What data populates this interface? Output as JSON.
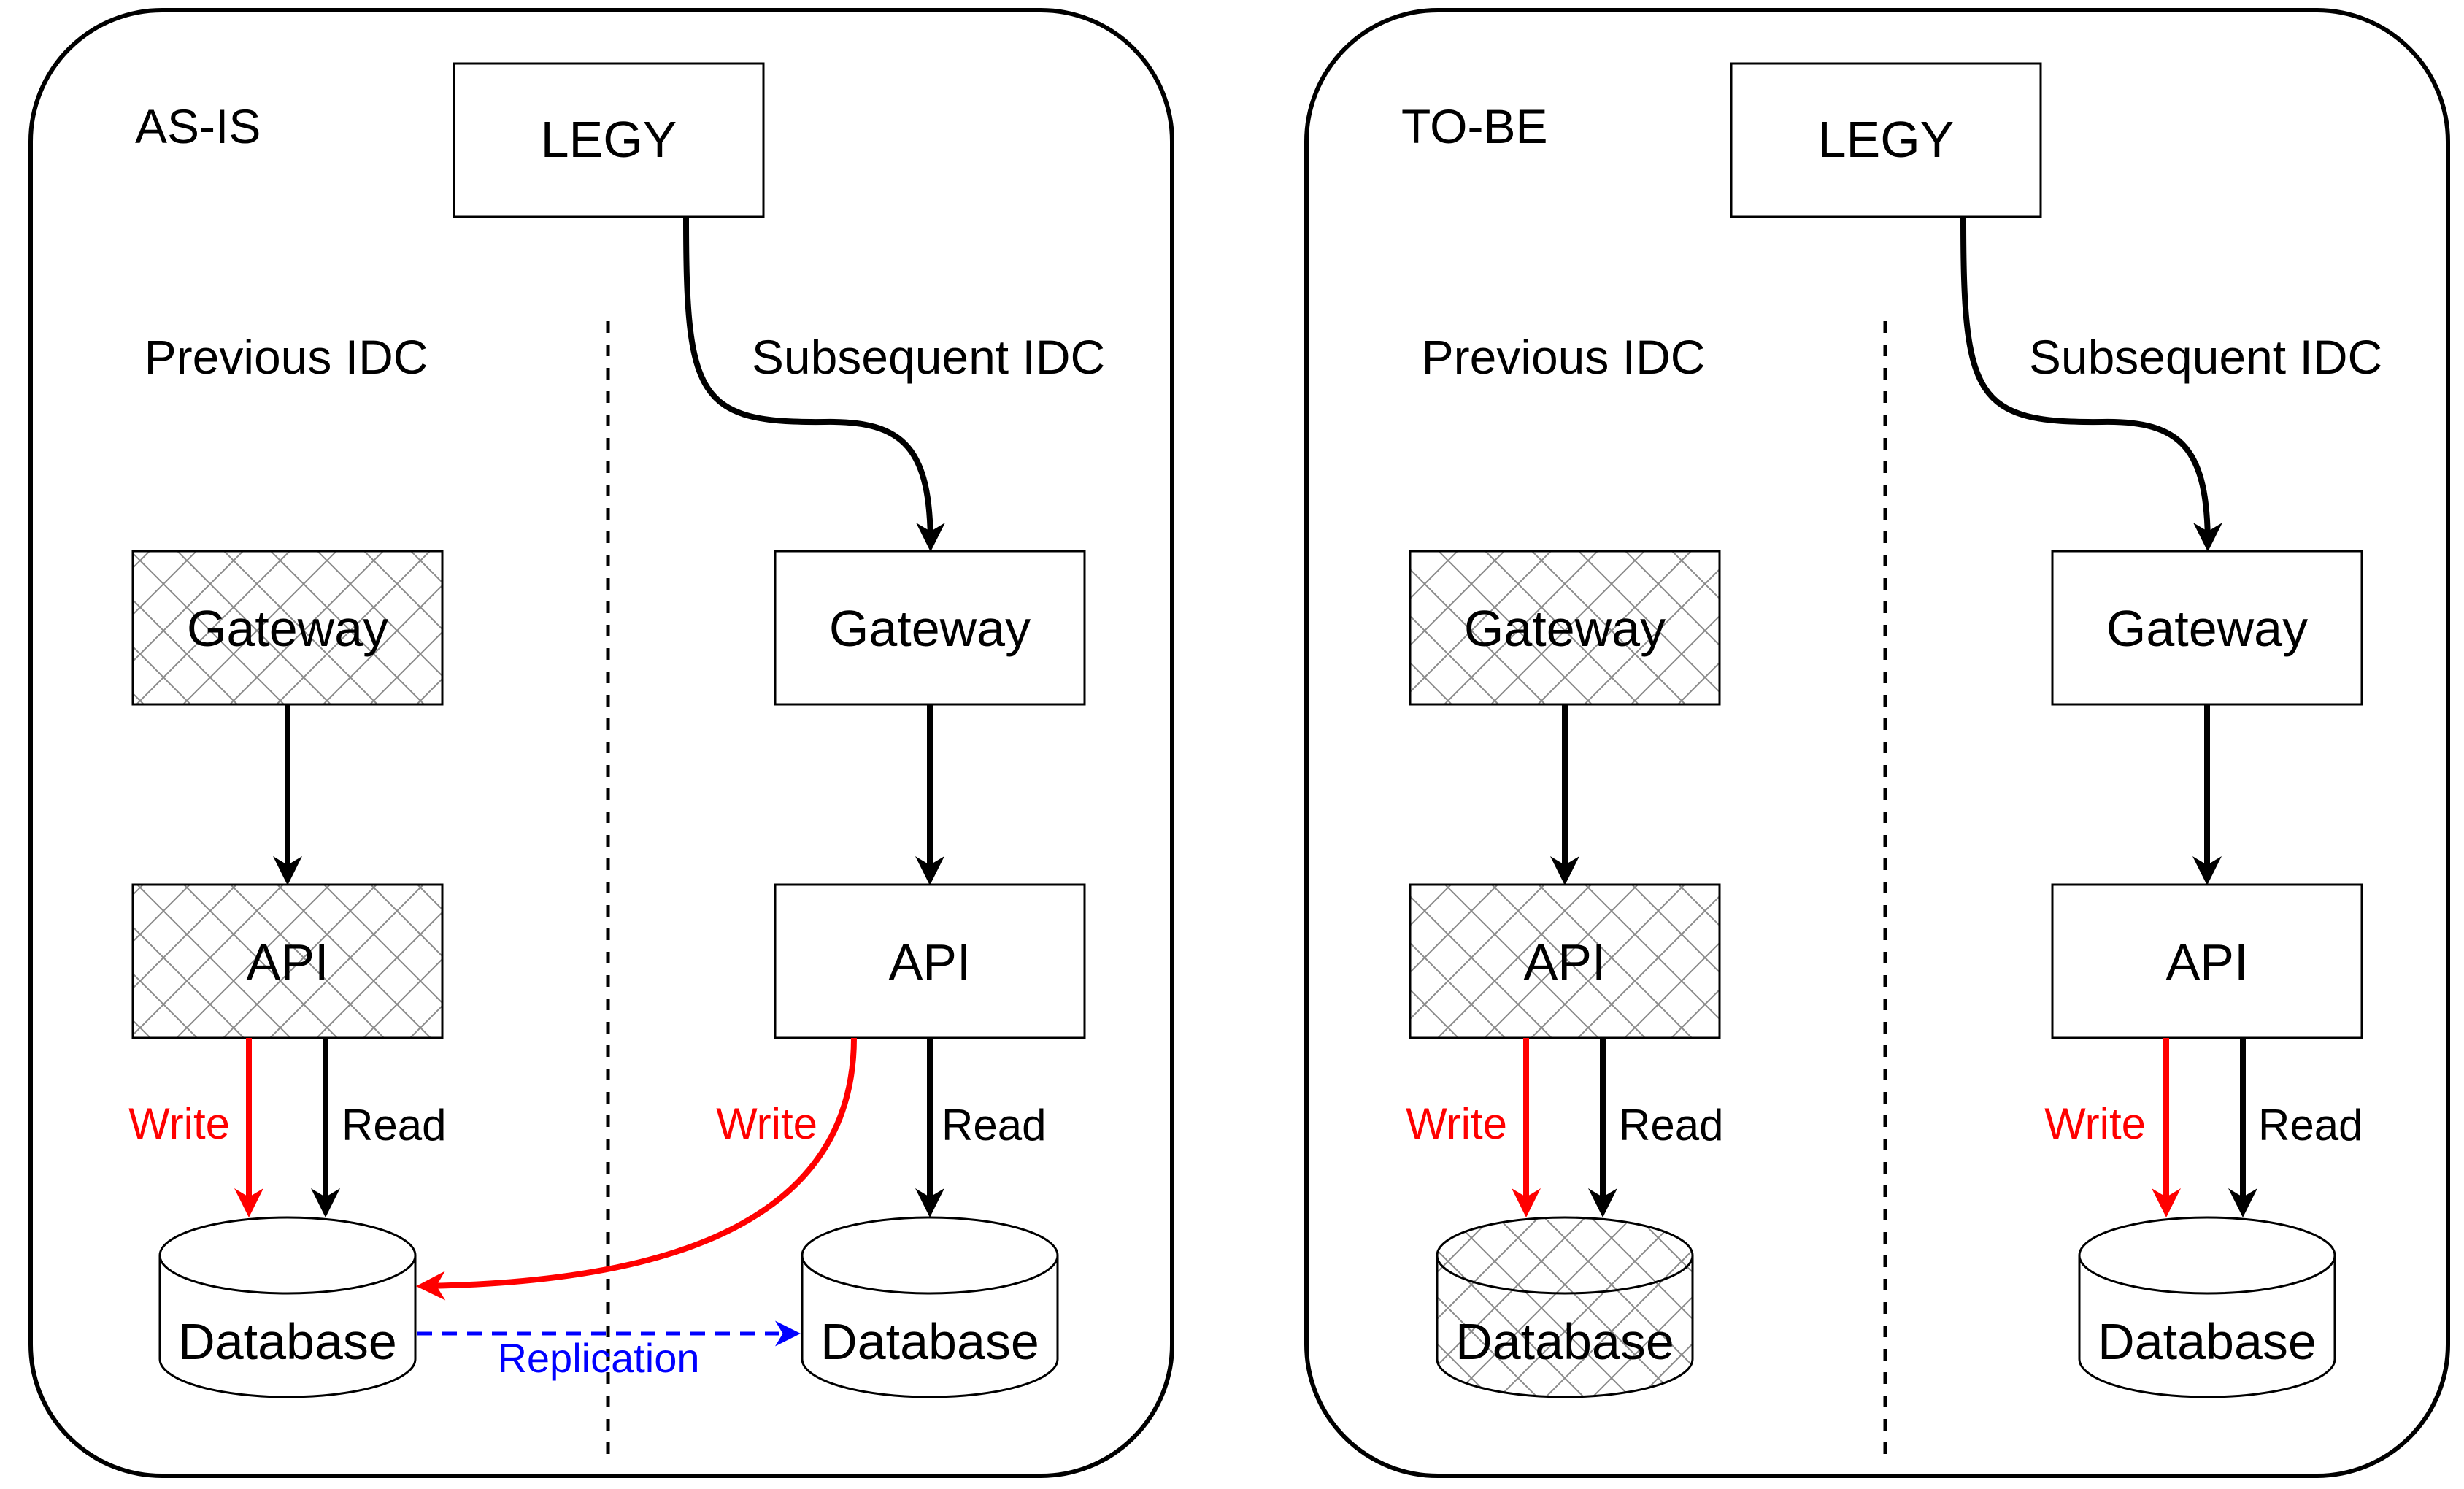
{
  "panels": [
    {
      "title": "AS-IS",
      "legy": "LEGY",
      "previous_idc": "Previous IDC",
      "subsequent_idc": "Subsequent IDC",
      "prev_gateway": "Gateway",
      "prev_api": "API",
      "prev_database": "Database",
      "sub_gateway": "Gateway",
      "sub_api": "API",
      "sub_database": "Database",
      "prev_write": "Write",
      "prev_read": "Read",
      "sub_write": "Write",
      "sub_read": "Read",
      "replication": "Replication"
    },
    {
      "title": "TO-BE",
      "legy": "LEGY",
      "previous_idc": "Previous IDC",
      "subsequent_idc": "Subsequent IDC",
      "prev_gateway": "Gateway",
      "prev_api": "API",
      "prev_database": "Database",
      "sub_gateway": "Gateway",
      "sub_api": "API",
      "sub_database": "Database",
      "prev_write": "Write",
      "prev_read": "Read",
      "sub_write": "Write",
      "sub_read": "Read"
    }
  ],
  "colors": {
    "write": "#ff0000",
    "read": "#000000",
    "replication": "#0000ff",
    "stroke": "#000000",
    "background": "#ffffff"
  },
  "legend": {
    "hatched_fill": "crosshatch-pattern"
  }
}
